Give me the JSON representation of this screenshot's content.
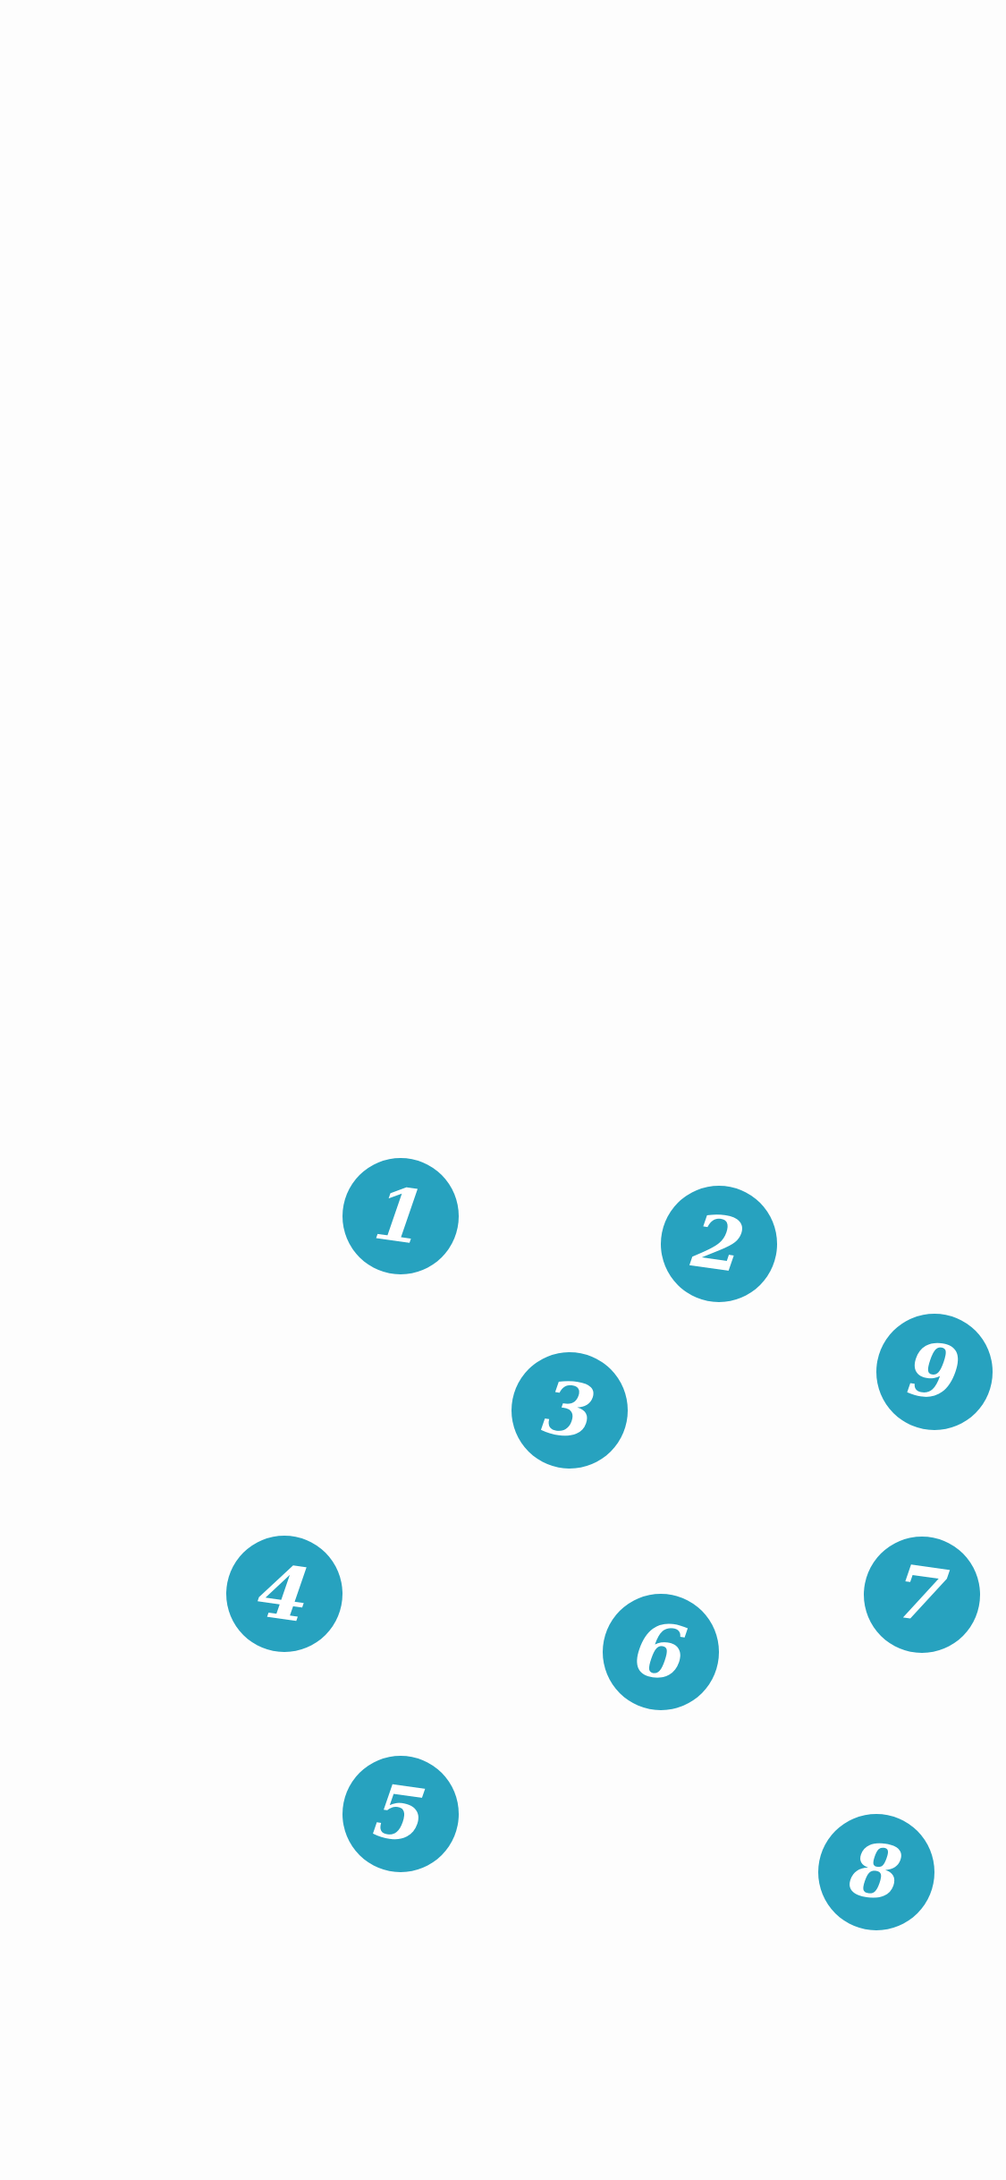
{
  "theme": {
    "background": "#fdfdfd",
    "bubble_color": "#27a2bf",
    "number_color": "#ffffff"
  },
  "bubbles": [
    {
      "label": "1"
    },
    {
      "label": "2"
    },
    {
      "label": "3"
    },
    {
      "label": "4"
    },
    {
      "label": "5"
    },
    {
      "label": "6"
    },
    {
      "label": "7"
    },
    {
      "label": "8"
    },
    {
      "label": "9"
    }
  ]
}
